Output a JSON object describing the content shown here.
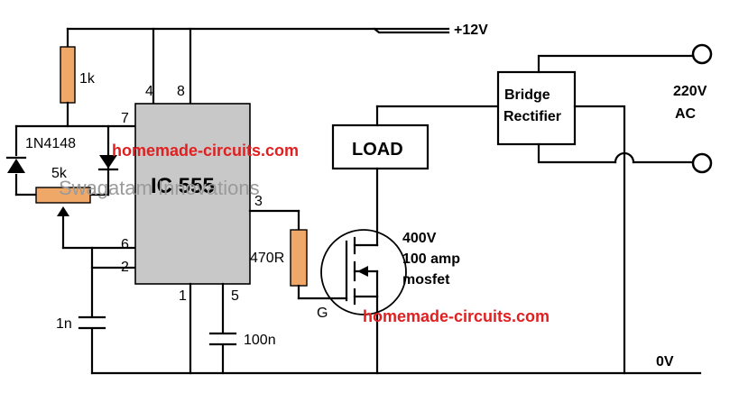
{
  "supply": {
    "plus": "+12V",
    "zero": "0V"
  },
  "ic": {
    "name": "IC 555",
    "pin4": "4",
    "pin8": "8",
    "pin7": "7",
    "pin3": "3",
    "pin6": "6",
    "pin2": "2",
    "pin1": "1",
    "pin5": "5"
  },
  "components": {
    "r1": "1k",
    "diode": "1N4148",
    "pot": "5k",
    "r_gate": "470R",
    "c_timing": "1n",
    "c_ctrl": "100n",
    "gate_label": "G",
    "load": "LOAD",
    "rectifier_line1": "Bridge",
    "rectifier_line2": "Rectifier",
    "ac_line1": "220V",
    "ac_line2": "AC",
    "mosfet_line1": "400V",
    "mosfet_line2": "100 amp",
    "mosfet_line3": "mosfet"
  },
  "watermarks": {
    "site_top": "homemade-circuits.com",
    "site_bottom": "homemade-circuits.com",
    "author": "Swagatam Innovations"
  }
}
